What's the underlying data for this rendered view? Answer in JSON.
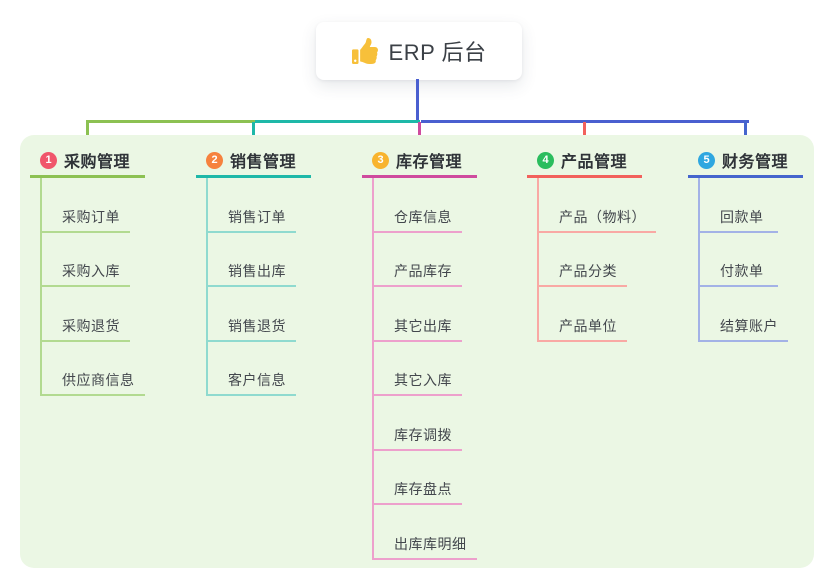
{
  "root": {
    "title": "ERP 后台",
    "icon": "thumbs-up-icon"
  },
  "colors": {
    "main_line": "#4a5fd0",
    "panel_bg": "#ebf7e4",
    "heading_text": "#2f3338",
    "item_text": "#43474d",
    "root_box_bg": "#ffffff",
    "thumb_icon": "#f7c03a"
  },
  "branches": [
    {
      "num": "1",
      "title": "采购管理",
      "line_color": "#8cc152",
      "item_line_color": "#b2da90",
      "badge_color": "#f0566b",
      "items": [
        "采购订单",
        "采购入库",
        "采购退货",
        "供应商信息"
      ]
    },
    {
      "num": "2",
      "title": "销售管理",
      "line_color": "#1eb8a8",
      "item_line_color": "#8fdacf",
      "badge_color": "#f6823e",
      "items": [
        "销售订单",
        "销售出库",
        "销售退货",
        "客户信息"
      ]
    },
    {
      "num": "3",
      "title": "库存管理",
      "line_color": "#cf4b9e",
      "item_line_color": "#eda0cc",
      "badge_color": "#f8b42e",
      "items": [
        "仓库信息",
        "产品库存",
        "其它出库",
        "其它入库",
        "库存调拨",
        "库存盘点",
        "出库库明细"
      ]
    },
    {
      "num": "4",
      "title": "产品管理",
      "line_color": "#f2615c",
      "item_line_color": "#f9a9a4",
      "badge_color": "#2bbd5e",
      "items": [
        "产品（物料）",
        "产品分类",
        "产品单位"
      ]
    },
    {
      "num": "5",
      "title": "财务管理",
      "line_color": "#4565cd",
      "item_line_color": "#a3b2e6",
      "badge_color": "#2fa7e0",
      "items": [
        "回款单",
        "付款单",
        "结算账户"
      ]
    }
  ]
}
